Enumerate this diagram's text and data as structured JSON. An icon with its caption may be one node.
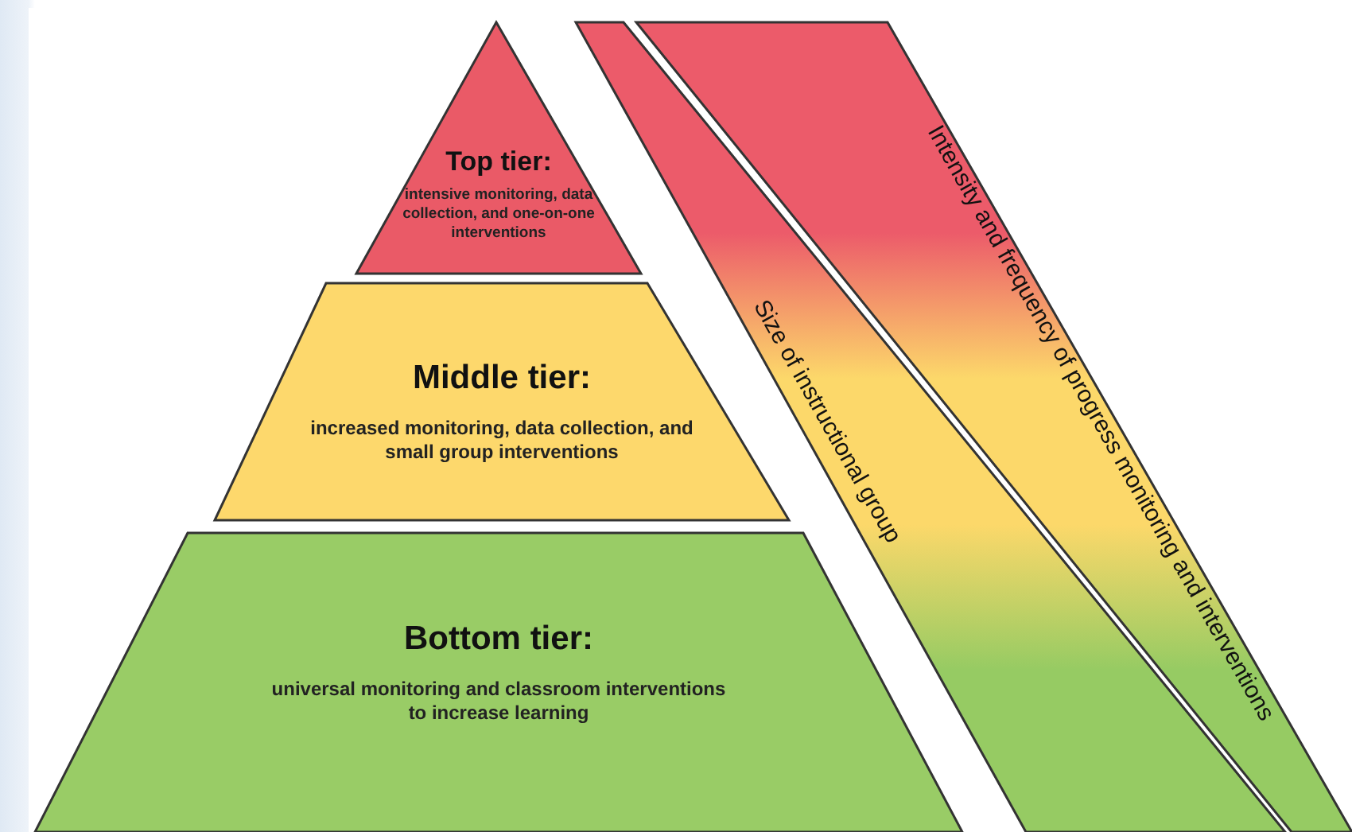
{
  "diagram": {
    "nodes": [
      {
        "text": [
          "Top tier:",
          "intensive monitoring, data collection, and one-on-one interventions"
        ]
      },
      {
        "text": [
          "Middle tier:",
          "increased monitoring, data collection, and small group interventions"
        ]
      },
      {
        "text": [
          "Bottom tier:",
          "universal monitoring and classroom interventions to increase learning"
        ]
      },
      {
        "text": [
          "Size of instructional group"
        ]
      },
      {
        "text": [
          "Intensity and frequency of progress monitoring and interventions"
        ]
      }
    ]
  }
}
